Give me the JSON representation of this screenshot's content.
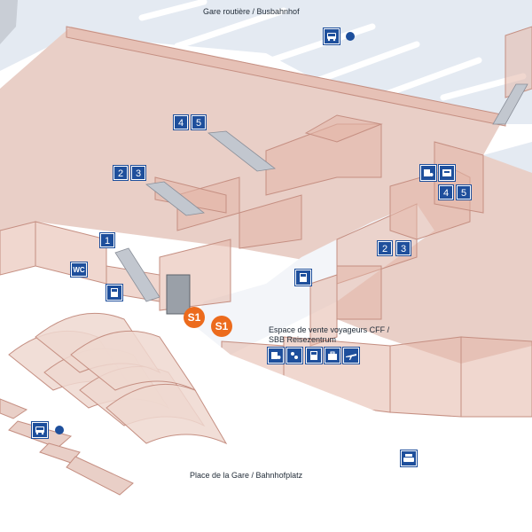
{
  "map": {
    "labels": {
      "bus_station": "Gare routière / Busbahnhof",
      "travel_centre_line1": "Espace de vente voyageurs CFF /",
      "travel_centre_line2": "SBB Reisezentrum",
      "station_square": "Place de la Gare  / Bahnhofplatz"
    },
    "platforms": {
      "p1": "1",
      "p2": "2",
      "p3": "3",
      "p4": "4",
      "p5": "5",
      "p2_right": "2",
      "p3_right": "3",
      "p4_right": "4",
      "p5_right": "5"
    },
    "wc": "WC",
    "s1_left": "S1",
    "s1_right": "S1",
    "icons": {
      "bus_stop": "bus-icon",
      "ticket_machine": "ticket-machine-icon",
      "travel_centre": [
        "ticket-counter-icon",
        "service-icon",
        "ticket-machine-icon",
        "luggage-icon",
        "plane-icon"
      ],
      "taxi": "taxi-icon",
      "info_right": [
        "ticket-counter-icon",
        "atm-icon"
      ]
    },
    "colors": {
      "building_fill": "#e9cfc7",
      "wall": "#c58f82",
      "road": "#dfe6ef",
      "platform_badge": "#1e4f9c",
      "s_bahn": "#ec6b1d"
    }
  }
}
